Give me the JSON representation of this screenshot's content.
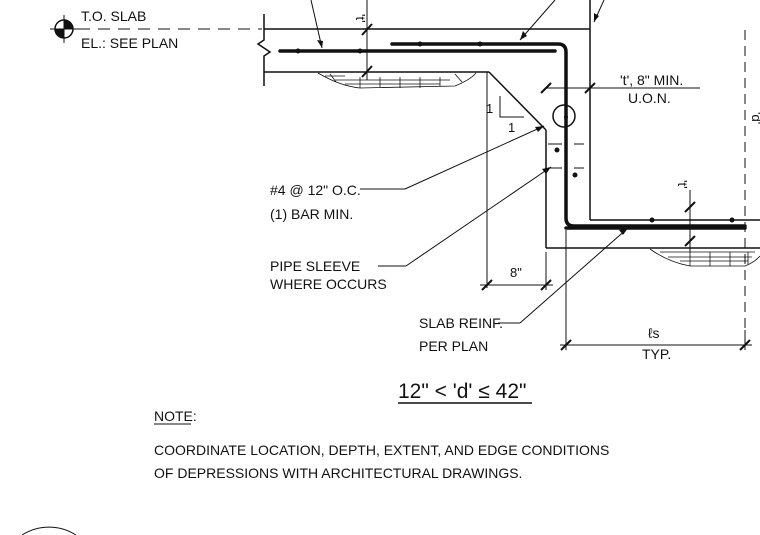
{
  "elevation": {
    "line1": "T.O. SLAB",
    "line2": "EL.: SEE PLAN"
  },
  "labels": {
    "t_top": "'t'",
    "t_mid": "'t'",
    "t_min_line1": "'t', 8\" MIN.",
    "t_min_line2": "U.O.N.",
    "d_label": "'d'",
    "slope_rise": "1",
    "slope_run": "1",
    "eight_inch": "8\"",
    "ls": "ℓs",
    "typ": "TYP."
  },
  "callouts": {
    "bars_line1": "#4 @ 12\" O.C.",
    "bars_line2": "(1) BAR MIN.",
    "sleeve_line1": "PIPE SLEEVE",
    "sleeve_line2": "WHERE OCCURS",
    "slab_line1": "SLAB REINF.",
    "slab_line2": "PER PLAN"
  },
  "title": "12\" < 'd' ≤ 42\"",
  "note": {
    "heading": "NOTE:",
    "line1": "COORDINATE LOCATION, DEPTH, EXTENT, AND EDGE CONDITIONS",
    "line2": "OF DEPRESSIONS WITH ARCHITECTURAL DRAWINGS."
  }
}
